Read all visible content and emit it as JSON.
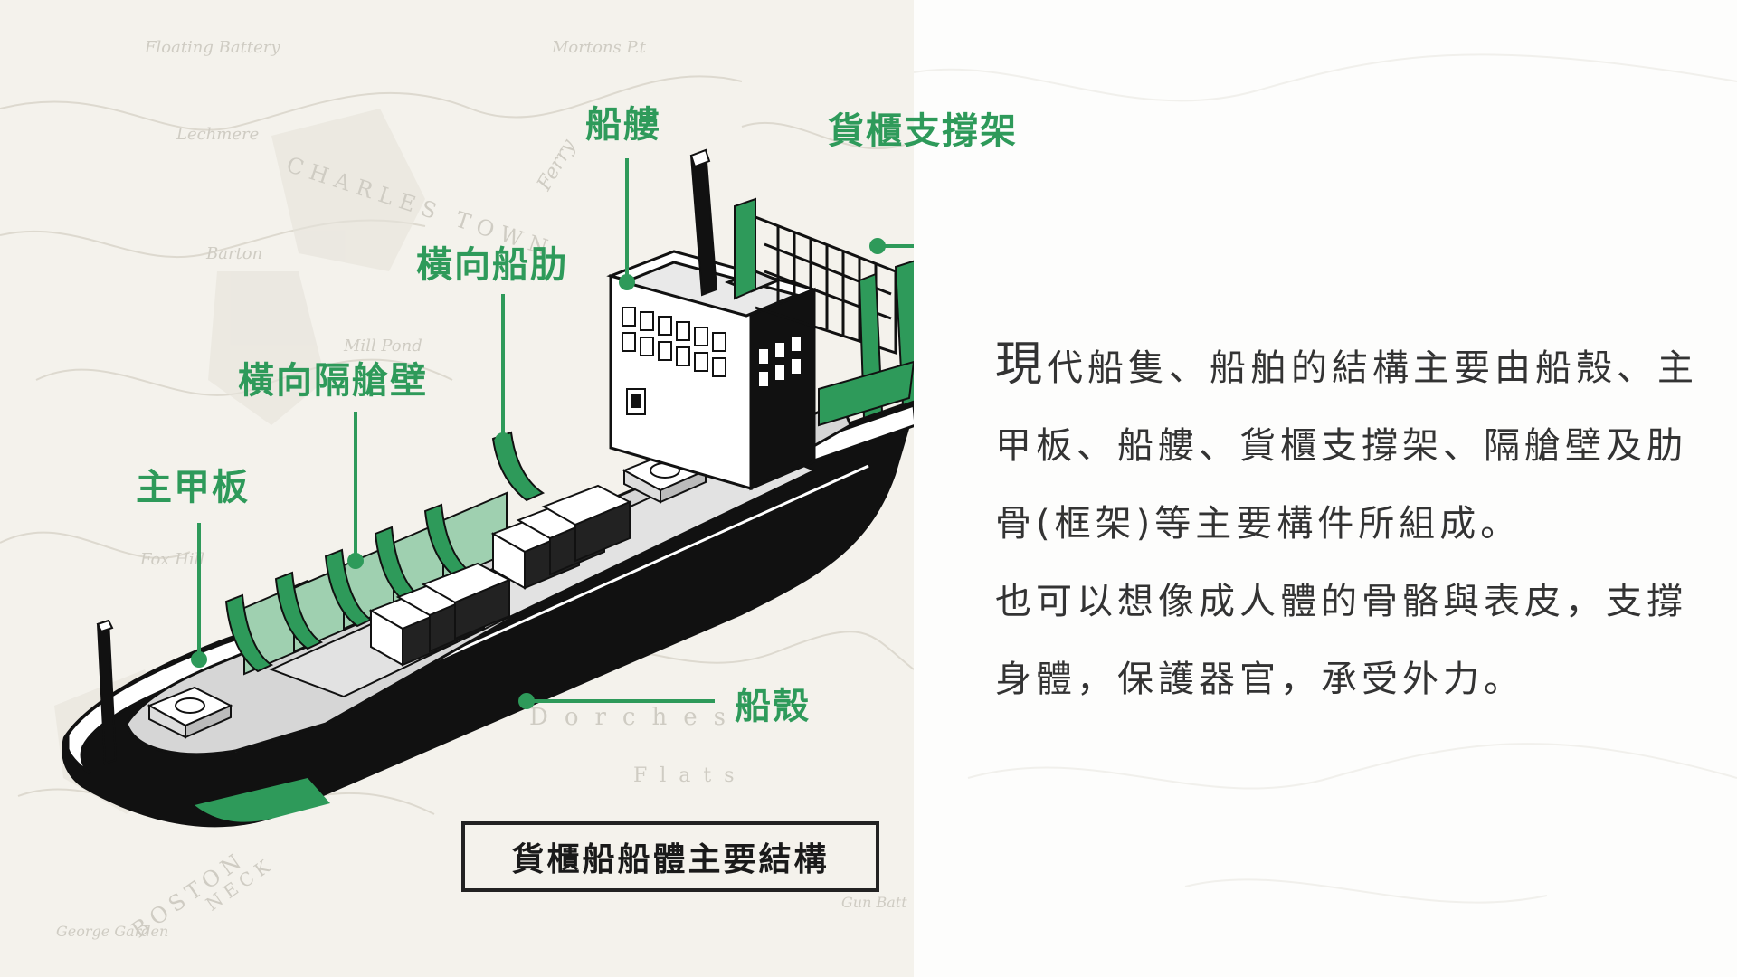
{
  "diagram_title": "貨櫃船船體主要結構",
  "labels": {
    "hull_body": "船艛",
    "cargo_frame": "貨櫃支撐架",
    "transverse_frame": "橫向船肋",
    "transverse_bulkhead": "橫向隔艙壁",
    "main_deck": "主甲板",
    "hull_shell": "船殼"
  },
  "description": {
    "dropcap": "現",
    "paragraph1": "代船隻、船舶的結構主要由船殼、主甲板、船艛、貨櫃支撐架、隔艙壁及肋骨(框架)等主要構件所組成。",
    "paragraph2": "也可以想像成人體的骨骼與表皮，支撐身體，保護器官，承受外力。"
  },
  "map_words": [
    "Floating Battery",
    "Mortons P.t",
    "Lechmere",
    "CHARLES TOWN",
    "Ferry",
    "Barton",
    "Mill Pond",
    "Fox Hill",
    "Dorches",
    "Flats",
    "BOSTON",
    "NECK",
    "George Garden",
    "Gun Batt"
  ],
  "colors": {
    "accent": "#2e9a5a",
    "accent_light": "#9fd0b0",
    "hull": "#111111",
    "deck": "#d6d6d6"
  }
}
